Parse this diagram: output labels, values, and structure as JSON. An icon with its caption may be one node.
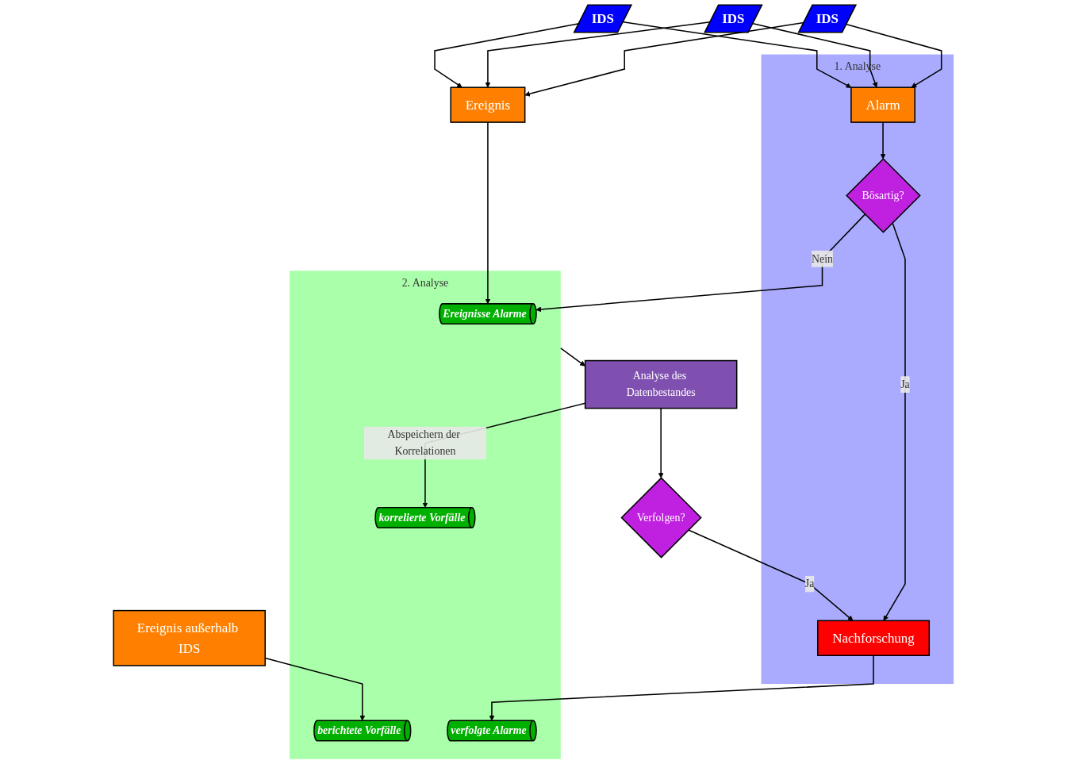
{
  "diagram": {
    "nodes": [
      {
        "text": [
          "1. Analyse"
        ]
      },
      {
        "text": [
          "Alarm"
        ],
        "in": 0
      },
      {
        "text": [
          "Bösartig?"
        ],
        "in": 0
      },
      {
        "text": [
          "Nachforschung"
        ],
        "in": 0
      },
      {
        "text": [
          "IDS"
        ]
      },
      {
        "text": [
          "IDS"
        ]
      },
      {
        "text": [
          "IDS"
        ]
      },
      {
        "text": [
          "Ereignis außerhalb IDS"
        ]
      },
      {
        "text": [
          "Ereignis"
        ]
      },
      {
        "text": [
          "2. Analyse"
        ]
      },
      {
        "text": [
          "Ereignisse Alarme"
        ],
        "in": 9
      },
      {
        "text": [
          "berichtete Vorfälle"
        ],
        "in": 9
      },
      {
        "text": [
          "verfolgte Alarme"
        ],
        "in": 9
      },
      {
        "text": [
          "korrelierte Vorfälle"
        ],
        "in": 9
      },
      {
        "text": [
          "Analyse des Datenbestandes"
        ]
      },
      {
        "text": [
          "Verfolgen?"
        ]
      }
    ],
    "edges": [
      {
        "from": 4,
        "to": 1,
        "arrow": "to"
      },
      {
        "from": 5,
        "to": 1,
        "arrow": "to"
      },
      {
        "from": 6,
        "to": 1,
        "arrow": "to"
      },
      {
        "from": 4,
        "to": 8,
        "arrow": "to"
      },
      {
        "from": 5,
        "to": 8,
        "arrow": "to"
      },
      {
        "from": 6,
        "to": 8,
        "arrow": "to"
      },
      {
        "from": 1,
        "to": 2,
        "arrow": "to"
      },
      {
        "from": 2,
        "to": 10,
        "label": "Nein",
        "arrow": "to"
      },
      {
        "from": 2,
        "to": 3,
        "label": "Ja",
        "arrow": "to"
      },
      {
        "from": 8,
        "to": 10,
        "arrow": "to"
      },
      {
        "from": 7,
        "to": 11,
        "arrow": "to"
      },
      {
        "from": 3,
        "to": 12,
        "arrow": "to"
      },
      {
        "from": 9,
        "to": 14,
        "arrow": "to"
      },
      {
        "from": 14,
        "to": 13,
        "label": "Abspeichern der Korrelationen",
        "arrow": "to"
      },
      {
        "from": 14,
        "to": 15,
        "arrow": "to"
      },
      {
        "from": 15,
        "to": 3,
        "label": "Ja",
        "arrow": "to"
      }
    ]
  }
}
